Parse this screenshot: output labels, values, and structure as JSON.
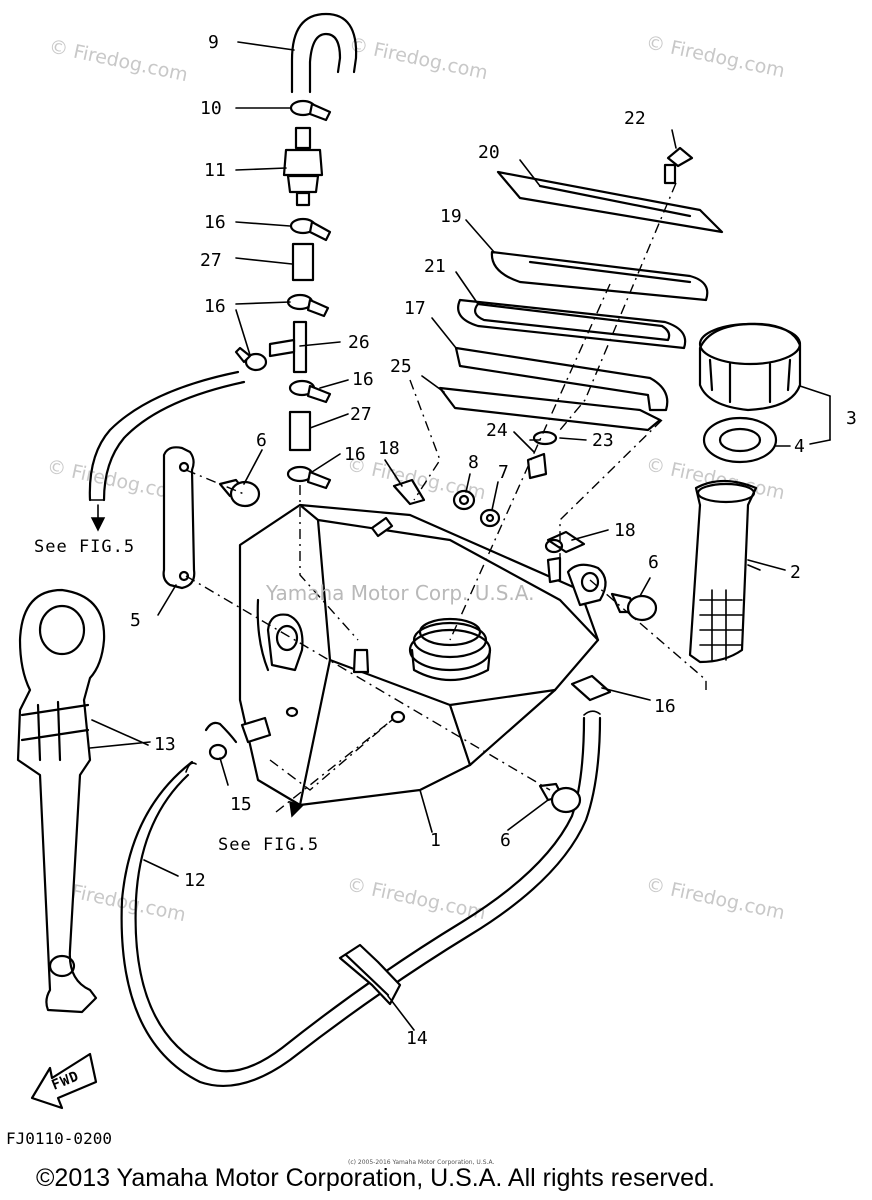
{
  "watermarks": {
    "site": "© Firedog.com",
    "center": "Yamaha Motor Corp. U.S.A."
  },
  "callouts": {
    "c1": "1",
    "c2": "2",
    "c3": "3",
    "c4": "4",
    "c5": "5",
    "c6a": "6",
    "c6b": "6",
    "c6c": "6",
    "c7": "7",
    "c8": "8",
    "c9": "9",
    "c10": "10",
    "c11": "11",
    "c12": "12",
    "c13": "13",
    "c14": "14",
    "c15": "15",
    "c16a": "16",
    "c16b": "16",
    "c16c": "16",
    "c16d": "16",
    "c16e": "16",
    "c17": "17",
    "c18a": "18",
    "c18b": "18",
    "c19": "19",
    "c20": "20",
    "c21": "21",
    "c22": "22",
    "c23": "23",
    "c24": "24",
    "c25": "25",
    "c26": "26",
    "c27a": "27",
    "c27b": "27"
  },
  "references": {
    "see_fig_upper": "See FIG.5",
    "see_fig_lower": "See FIG.5",
    "fwd_arrow": "FWD"
  },
  "figure_code": "FJ0110-0200",
  "tiny_notice": "(c) 2005-2016 Yamaha Motor Corporation, U.S.A.",
  "copyright": "©2013 Yamaha Motor Corporation, U.S.A. All rights reserved."
}
